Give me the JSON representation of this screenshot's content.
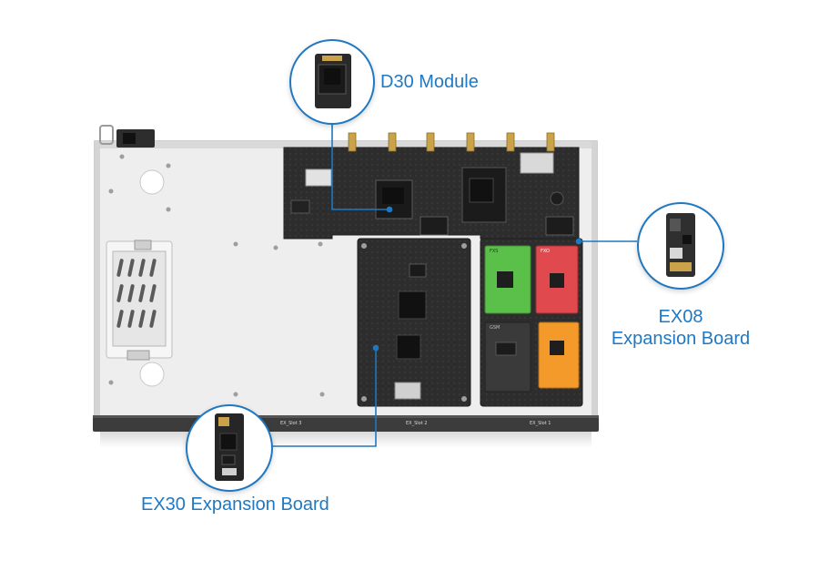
{
  "callouts": {
    "d30": {
      "label": "D30 Module"
    },
    "ex08": {
      "line1": "EX08",
      "line2": "Expansion Board"
    },
    "ex30": {
      "label": "EX30 Expansion Board"
    }
  },
  "front_panel": {
    "slots": [
      "EX_Slot 3",
      "EX_Slot 2",
      "EX_Slot 1"
    ]
  },
  "board_marks": {
    "ex08_green": "FXS",
    "ex08_red": "FXO",
    "ex08_gray": "GSM"
  },
  "colors": {
    "accent": "#1f78c1",
    "chassis": "#eeeeee",
    "pcb": "#2b2b2b",
    "board_green": "#5bc04a",
    "board_red": "#e04a4f",
    "board_orange": "#f39a2b",
    "board_gray": "#3a3a3a"
  }
}
